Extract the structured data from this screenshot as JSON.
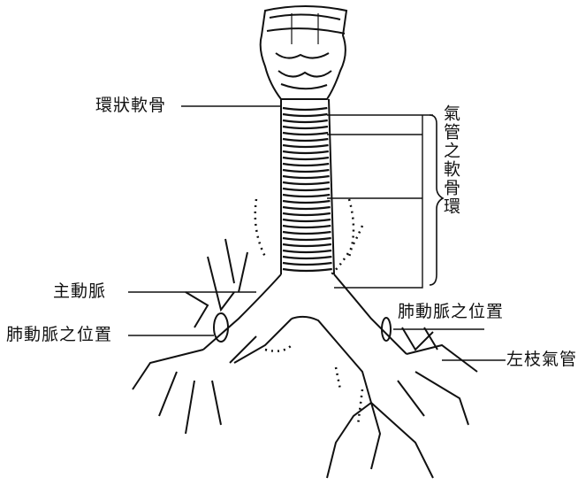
{
  "labels": {
    "cricoid_cartilage": "環狀軟骨",
    "tracheal_cartilage_rings": "氣管之軟骨環",
    "aorta": "主動脈",
    "pulmonary_artery_left": "肺動脈之位置",
    "pulmonary_artery_right": "肺動脈之位置",
    "left_bronchus": "左枝氣管"
  },
  "colors": {
    "ink": "#111111",
    "paper": "#ffffff"
  }
}
